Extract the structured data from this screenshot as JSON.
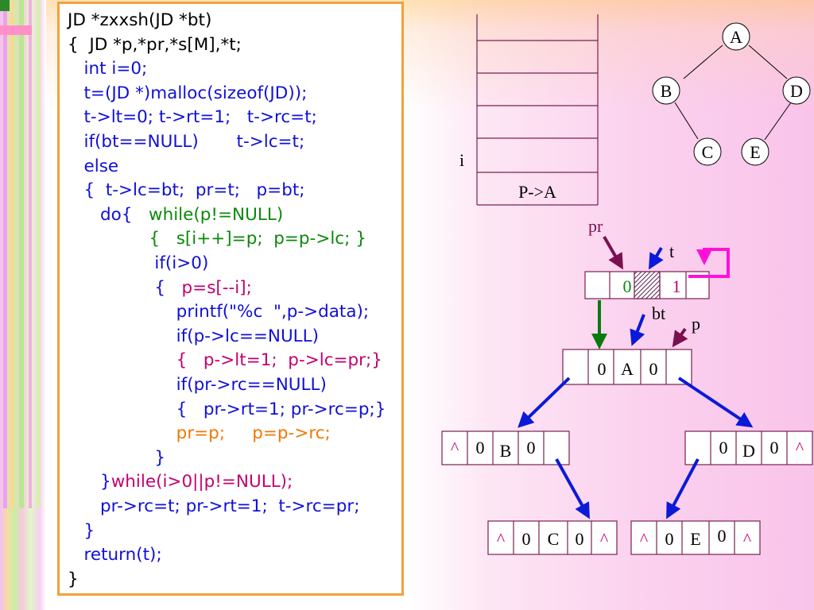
{
  "code": {
    "lines": [
      {
        "text": "JD *zxxsh(JD *bt)",
        "color": "k"
      },
      {
        "text": "{  JD *p,*pr,*s[M],*t;",
        "color": "k"
      },
      {
        "text": "   int i=0;",
        "color": "b"
      },
      {
        "text": "   t=(JD *)malloc(sizeof(JD));",
        "color": "b"
      },
      {
        "text": "   t->lt=0; t->rt=1;   t->rc=t;",
        "color": "b"
      },
      {
        "text": "   if(bt==NULL)       t->lc=t;",
        "color": "b"
      },
      {
        "text": "   else",
        "color": "b"
      },
      {
        "text": "   {  t->lc=bt;  pr=t;   p=bt;",
        "color": "b"
      },
      {
        "text": "      do{   while(p!=NULL)",
        "color": "mix1"
      },
      {
        "text": "               {   s[i++]=p;  p=p->lc; }",
        "color": "g"
      },
      {
        "text": "                if(i>0)",
        "color": "b"
      },
      {
        "text": "                {   p=s[--i];",
        "color": "mix2"
      },
      {
        "text": "                    printf(\"%c  \",p->data);",
        "color": "b"
      },
      {
        "text": "                    if(p->lc==NULL)",
        "color": "b"
      },
      {
        "text": "                    {   p->lt=1;  p->lc=pr;}",
        "color": "m"
      },
      {
        "text": "                    if(pr->rc==NULL)",
        "color": "b"
      },
      {
        "text": "                    {   pr->rt=1; pr->rc=p;}",
        "color": "b"
      },
      {
        "text": "                    pr=p;     p=p->rc;",
        "color": "o"
      },
      {
        "text": "                }",
        "color": "b"
      },
      {
        "text": "      }while(i>0||p!=NULL);",
        "color": "mix3"
      },
      {
        "text": "      pr->rc=t; pr->rt=1;  t->rc=pr;",
        "color": "b"
      },
      {
        "text": "   }",
        "color": "b"
      },
      {
        "text": "   return(t);",
        "color": "b"
      },
      {
        "text": "}",
        "color": "k"
      }
    ],
    "segments": {
      "do_kw": "      do{   ",
      "while_p": "while(p!=NULL)",
      "brace_ps": "                {   ",
      "p_pop": "p=s[--i];",
      "close_brace": "      }",
      "while_end": "while(i>0||p!=NULL);"
    }
  },
  "stack": {
    "index_label": "i",
    "bottom_label": "P->A"
  },
  "tree": {
    "nodes": [
      "A",
      "B",
      "D",
      "C",
      "E"
    ]
  },
  "pointers": {
    "pr": "pr",
    "t": "t",
    "bt": "bt",
    "p": "p"
  },
  "head_node": {
    "lt": "0",
    "rt": "1"
  },
  "node_A": {
    "lt": "0",
    "data": "A",
    "rt": "0"
  },
  "node_B": {
    "lc": "^",
    "lt": "0",
    "data": "B",
    "rt": "0"
  },
  "node_D": {
    "lt": "0",
    "data": "D",
    "rt": "0",
    "rc": "^"
  },
  "node_C": {
    "lc": "^",
    "lt": "0",
    "data": "C",
    "rt": "0",
    "rc": "^"
  },
  "node_E": {
    "lc": "^",
    "lt": "0",
    "data": "E",
    "rt": "0",
    "rc": "^"
  },
  "colors": {
    "code_border": "#f3a13a",
    "pointer_blue": "#0a1ad8",
    "pointer_green": "#0a7a10",
    "pointer_purple": "#7a1050",
    "loop_magenta": "#ff10d8",
    "box_stroke": "#7a2050"
  }
}
